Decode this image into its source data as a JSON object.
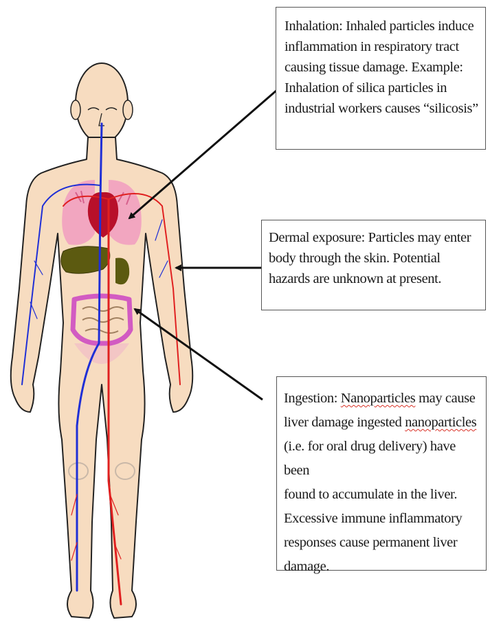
{
  "callouts": {
    "inhalation": {
      "text": "Inhalation: Inhaled particles induce\ninflammation in respiratory tract\ncausing tissue damage. Example:\nInhalation of silica particles in\nindustrial workers causes “silicosis”"
    },
    "dermal": {
      "text": "Dermal exposure: Particles may enter\nbody through the skin. Potential\nhazards are unknown at present."
    },
    "ingestion": {
      "prefix": "Ingestion: ",
      "word1": "Nanoparticles",
      "mid1": " may cause\nliver damage ingested ",
      "word2": "nanoparticles",
      "rest": "\n(i.e. for oral drug delivery) have been\nfound to accumulate in the liver.\nExcessive immune inflammatory\nresponses cause permanent liver\ndamage."
    }
  },
  "colors": {
    "skin": "#f7dcc0",
    "outline": "#222222",
    "vein": "#1f2fd6",
    "artery": "#e02020",
    "lung": "#f2a6c0",
    "heart": "#b8102a",
    "liver": "#5c5a10",
    "intestine": "#d25bc2",
    "arrow": "#111111"
  }
}
